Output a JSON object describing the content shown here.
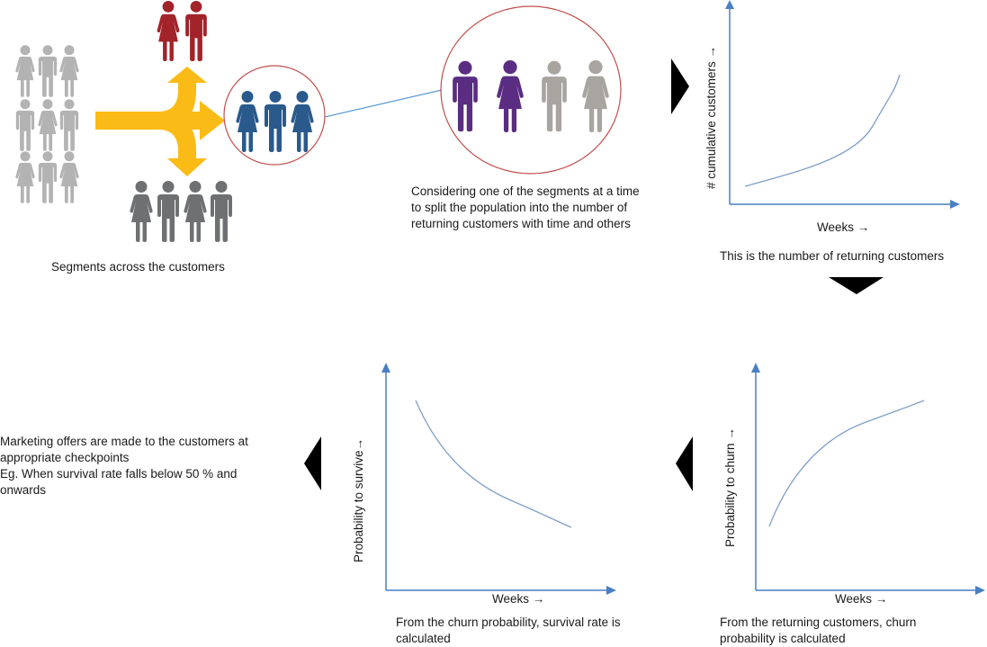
{
  "colors": {
    "grey_population": "#b3b3b3",
    "red_segment": "#a3232a",
    "blue_segment": "#2a5a8c",
    "dark_grey_segment": "#6e7072",
    "purple_returning": "#5a2d82",
    "light_grey_others": "#a8a49f",
    "arrow_yellow": "#fbbb16",
    "circle_outline": "#c0504d",
    "connector_line": "#5b9bd5",
    "axis": "#4a7fc1",
    "curve": "#7f9fc9",
    "flow_triangle": "#000000"
  },
  "step1": {
    "caption": "Segments across the customers",
    "population_grid": [
      [
        "female",
        "male",
        "female"
      ],
      [
        "male",
        "female",
        "male"
      ],
      [
        "female",
        "male",
        "female"
      ]
    ],
    "segments": {
      "top_red": [
        "female",
        "male"
      ],
      "middle_blue": [
        "female",
        "male",
        "female"
      ],
      "bottom_dark_grey": [
        "female",
        "male",
        "female",
        "male"
      ]
    }
  },
  "step2": {
    "caption_lines": [
      "Considering one of the segments at a time",
      "to split the population into the number of",
      "returning customers with time and others"
    ],
    "figures": [
      {
        "gender": "male",
        "group": "returning"
      },
      {
        "gender": "female",
        "group": "returning"
      },
      {
        "gender": "male",
        "group": "others"
      },
      {
        "gender": "female",
        "group": "others"
      }
    ]
  },
  "step3": {
    "caption": "This is the number of returning customers",
    "ylabel": "# cumulative customers →",
    "xlabel": "Weeks →"
  },
  "step4": {
    "caption_lines": [
      "From the returning customers, churn",
      "probability is calculated"
    ],
    "ylabel": "Probability to churn →",
    "xlabel": "Weeks →"
  },
  "step5": {
    "caption_lines": [
      "From the churn probability, survival rate is",
      "calculated"
    ],
    "ylabel": "Probability to survive→",
    "xlabel": "Weeks →"
  },
  "step6": {
    "caption_lines": [
      "Marketing offers are made to the customers at",
      "appropriate checkpoints",
      "Eg. When survival rate falls below 50 % and",
      "onwards"
    ]
  },
  "chart_data": [
    {
      "type": "line",
      "title": "",
      "xlabel": "Weeks →",
      "ylabel": "# cumulative customers →",
      "shape": "convex increasing (exponential-like)",
      "x": [
        0,
        0.2,
        0.4,
        0.6,
        0.8,
        1.0
      ],
      "values": [
        0.08,
        0.17,
        0.28,
        0.42,
        0.62,
        0.88
      ],
      "grid": false,
      "note": "Illustrative curve, no tick labels"
    },
    {
      "type": "line",
      "title": "",
      "xlabel": "Weeks →",
      "ylabel": "Probability to churn →",
      "shape": "concave increasing (logarithmic-like)",
      "x": [
        0,
        0.2,
        0.4,
        0.6,
        0.8,
        1.0
      ],
      "values": [
        0.33,
        0.58,
        0.7,
        0.77,
        0.83,
        0.88
      ],
      "grid": false,
      "note": "Illustrative curve, no tick labels"
    },
    {
      "type": "line",
      "title": "",
      "xlabel": "Weeks →",
      "ylabel": "Probability to survive→",
      "shape": "convex decreasing (decay)",
      "x": [
        0,
        0.2,
        0.4,
        0.6,
        0.8,
        1.0
      ],
      "values": [
        0.88,
        0.6,
        0.45,
        0.35,
        0.28,
        0.24
      ],
      "grid": false,
      "note": "Illustrative curve, no tick labels"
    }
  ]
}
